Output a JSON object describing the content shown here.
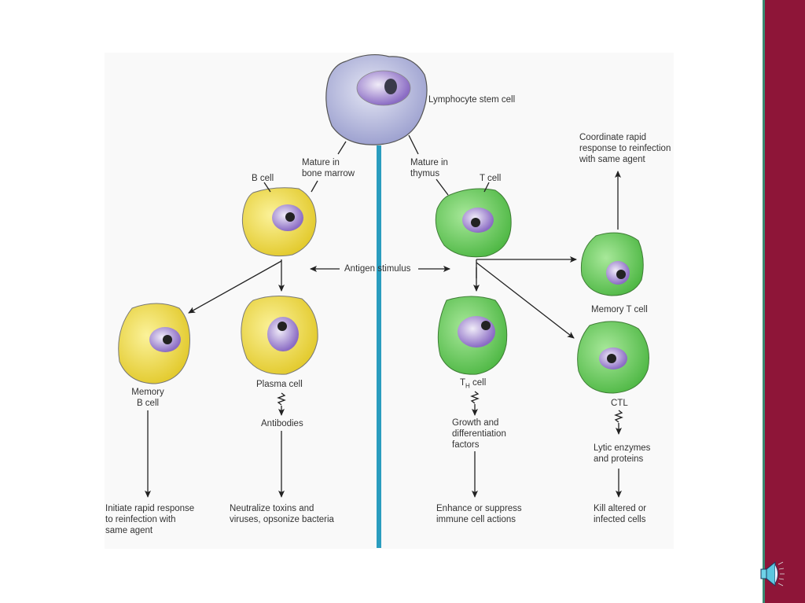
{
  "colors": {
    "sidebar": "#8e1538",
    "sidebar_edge": "#3a8a72",
    "divider": "#2a9dbf",
    "b_cell_fill": "#f3e34a",
    "t_cell_fill": "#6fcf5f",
    "stem_cell_fill": "#c9cbe6",
    "nucleus": "#8a6bc4"
  },
  "diagram": {
    "stem_cell": "Lymphocyte stem cell",
    "mature_bone_marrow": "Mature in\nbone marrow",
    "mature_thymus": "Mature in\nthymus",
    "b_cell": "B cell",
    "t_cell": "T cell",
    "antigen_stimulus": "Antigen stimulus",
    "memory_b_cell": "Memory\nB cell",
    "plasma_cell": "Plasma cell",
    "antibodies": "Antibodies",
    "th_cell_main": "T",
    "th_cell_sub": "H",
    "th_cell_suffix": " cell",
    "growth_factors": "Growth and\ndifferentiation\nfactors",
    "memory_t_cell": "Memory T cell",
    "ctl": "CTL",
    "lytic_enzymes": "Lytic enzymes\nand proteins",
    "coordinate_rapid": "Coordinate rapid\nresponse to reinfection\nwith same agent",
    "initiate_rapid": "Initiate rapid response\nto reinfection with\nsame agent",
    "neutralize": "Neutralize toxins and\nviruses, opsonize bacteria",
    "enhance_suppress": "Enhance or suppress\nimmune cell actions",
    "kill_altered": "Kill altered or\ninfected cells"
  },
  "icons": {
    "speaker": "speaker-icon"
  }
}
